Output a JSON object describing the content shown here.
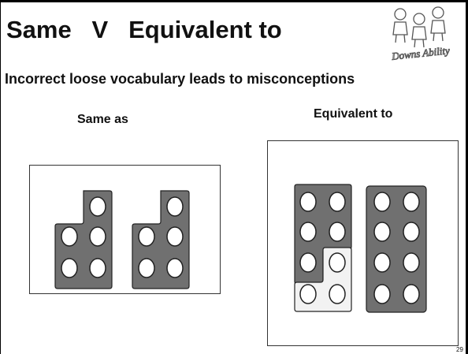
{
  "slide": {
    "title": "Same   V   Equivalent to",
    "subtitle": "Incorrect loose vocabulary leads to misconceptions",
    "left_label": "Same as",
    "right_label": "Equivalent to",
    "page_number": "29"
  },
  "logo": {
    "text": "Downs Ability",
    "icon": "children-figures-icon"
  },
  "colors": {
    "rod_dark": "#707070",
    "rod_light": "#f2f2f2",
    "frame_border": "#333333"
  }
}
